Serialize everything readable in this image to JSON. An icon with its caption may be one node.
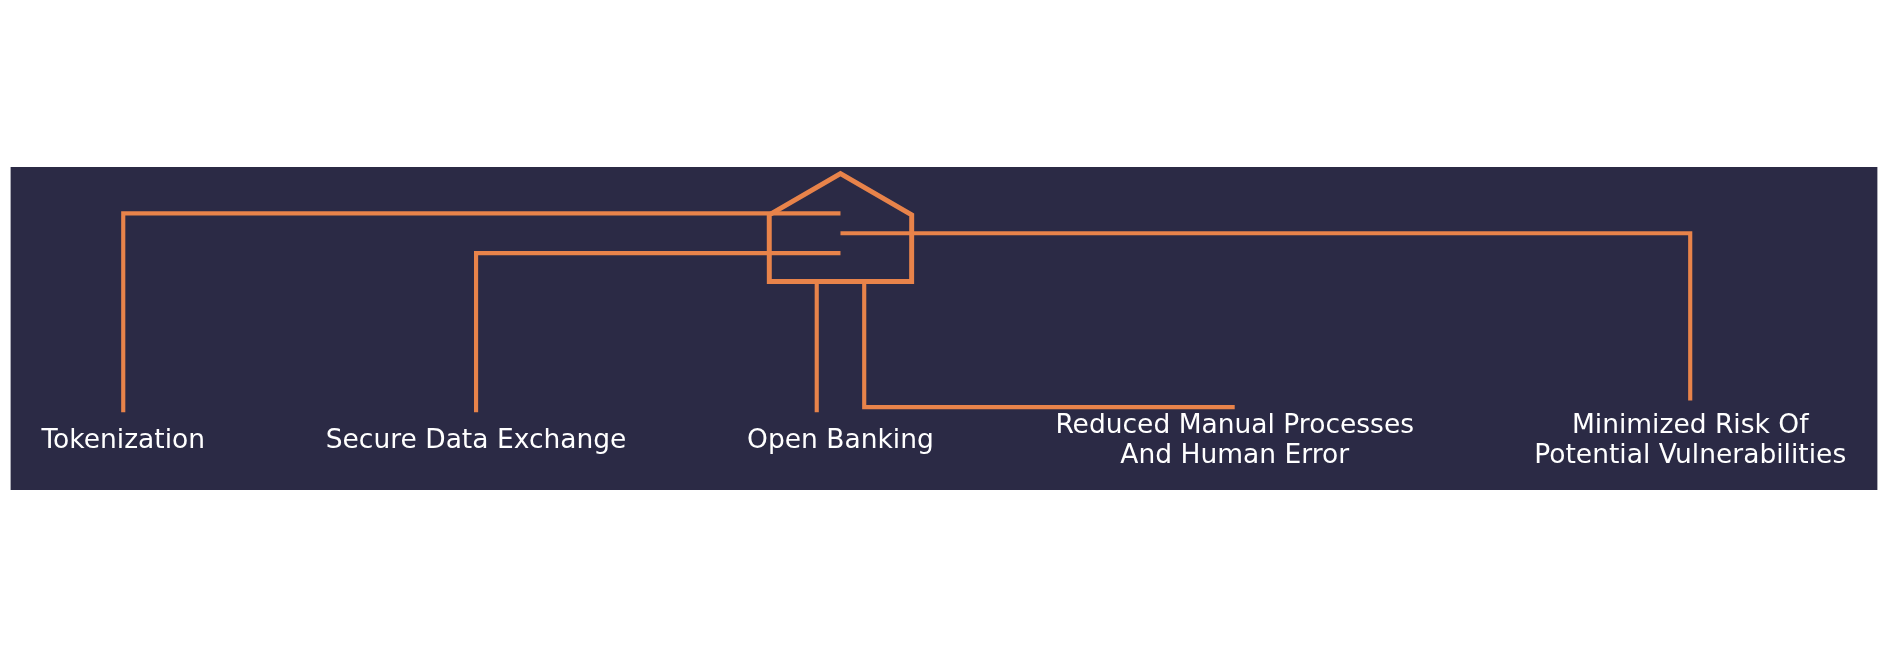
{
  "diagram": {
    "nodes": [
      {
        "text": [],
        "shape": "building"
      },
      {
        "text": [
          "Tokenization"
        ]
      },
      {
        "text": [
          "Secure Data Exchange"
        ]
      },
      {
        "text": [
          "Open Banking"
        ]
      },
      {
        "text": [
          "Reduced Manual Processes And Human Error"
        ]
      },
      {
        "text": [
          "Minimized Risk Of Potential Vulnerabilities"
        ]
      }
    ],
    "edges": [
      {
        "from": 0,
        "to": 1,
        "arrow": "none"
      },
      {
        "from": 0,
        "to": 2,
        "arrow": "none"
      },
      {
        "from": 0,
        "to": 3,
        "arrow": "none"
      },
      {
        "from": 0,
        "to": 4,
        "arrow": "none"
      },
      {
        "from": 0,
        "to": 5,
        "arrow": "none"
      }
    ]
  }
}
